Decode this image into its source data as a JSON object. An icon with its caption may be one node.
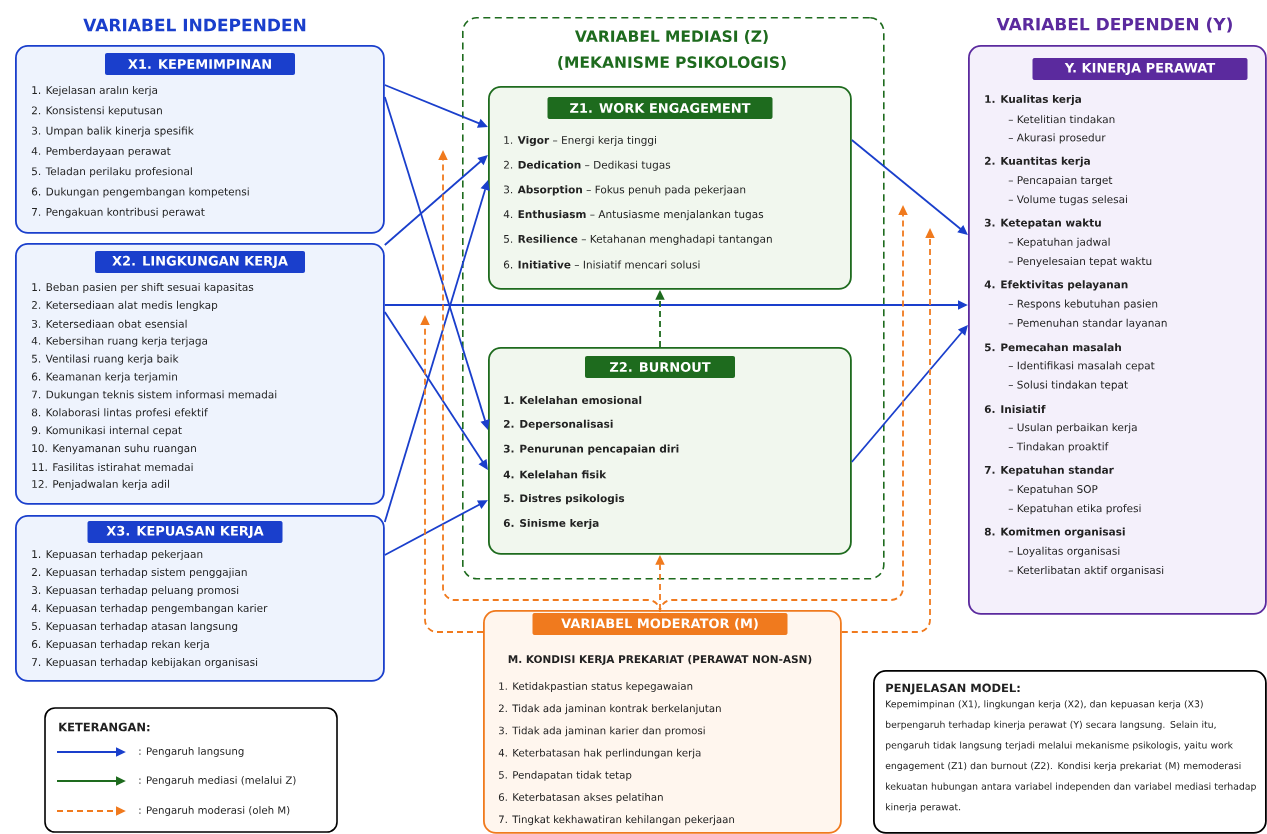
{
  "diagram": {
    "nodes": [
      {
        "text": [
          "X1. KEPEMIMPINAN",
          "1. Kejelasan aralın kerja",
          "2. Konsistensi keputusan",
          "3. Umpan balik kinerja spesifik",
          "4. Pemberdayaan perawat",
          "5. Teladan perilaku profesional",
          "6. Dukungan pengembangan kompetensi",
          "7. Pengakuan kontribusi perawat"
        ]
      },
      {
        "text": [
          "X2. LINGKUNGAN KERJA",
          "1. Beban pasien per shift sesuai kapasitas",
          "2. Ketersediaan alat medis lengkap",
          "3. Ketersediaan obat esensial",
          "4. Kebersihan ruang kerja terjaga",
          "5. Ventilasi ruang kerja baik",
          "6. Keamanan kerja terjamin",
          "7. Dukungan teknis sistem informasi memadai",
          "8. Kolaborasi lintas profesi efektif",
          "9. Komunikasi internal cepat",
          "10. Kenyamanan suhu ruangan",
          "11. Fasilitas istirahat memadai",
          "12. Penjadwalan kerja adil"
        ]
      },
      {
        "text": [
          "X3. KEPUASAN KERJA",
          "1. Kepuasan terhadap pekerjaan",
          "2. Kepuasan terhadap sistem penggajian",
          "3. Kepuasan terhadap peluang promosi",
          "4. Kepuasan terhadap pengembangan karier",
          "5. Kepuasan terhadap atasan langsung",
          "6. Kepuasan terhadap rekan kerja",
          "7. Kepuasan terhadap kebijakan organisasi"
        ]
      },
      {
        "text": [
          "VARIABEL MEDIASI (Z) (MEKANISME PSIKOLOGIS)"
        ]
      },
      {
        "text": [
          "Z1. WORK ENGAGEMENT",
          "1. **Vigor** – Energi kerja tinggi",
          "2. **Dedication** – Dedikasi tugas",
          "3. **Absorption** – Fokus penuh pada pekerjaan",
          "4. **Enthusiasm** – Antusiasme menjalankan tugas",
          "5. **Resilience** – Ketahanan menghadapi tantangan",
          "6. **Initiative** – Inisiatif mencari solusi"
        ],
        "in": 3
      },
      {
        "text": [
          "Z2. BURNOUT",
          "1. Kelelahan emosional",
          "2. Depersonalisasi",
          "3. Penurunan pencapaian diri",
          "4. Kelelahan fisik",
          "5. Distres psikologis",
          "6. Sinisme kerja"
        ],
        "in": 3
      },
      {
        "text": [
          "Y. KINERJA PERAWAT",
          "1. Kualitas kerja",
          "– Ketelitian tindakan",
          "– Akurasi prosedur",
          "2. Kuantitas kerja",
          "– Pencapaian target",
          "– Volume tugas selesai",
          "3. Ketepatan waktu",
          "– Kepatuhan jadwal",
          "– Penyelesaian tepat waktu",
          "4. Efektivitas pelayanan",
          "– Respons kebutuhan pasien",
          "– Pemenuhan standar layanan",
          "5. Pemecahan masalah",
          "– Identifikasi masalah cepat",
          "– Solusi tindakan tepat",
          "6. Inisiatif",
          "– Usulan perbaikan kerja",
          "– Tindakan proaktif",
          "7. Kepatuhan standar",
          "– Kepatuhan SOP",
          "– Kepatuhan etika profesi",
          "8. Komitmen organisasi",
          "– Loyalitas organisasi",
          "– Keterlibatan aktif organisasi"
        ]
      },
      {
        "text": [
          "VARIABEL MODERATOR (M)",
          "M. KONDISI KERJA PREKARIAT (PERAWAT NON-ASN)",
          "1. Ketidakpastian status kepegawaian",
          "2. Tidak ada jaminan kontrak berkelanjutan",
          "3. Tidak ada jaminan karier dan promosi",
          "4. Keterbatasan hak perlindungan kerja",
          "5. Pendapatan tidak tetap",
          "6. Keterbatasan akses pelatihan",
          "7. Tingkat kekhawatiran kehilangan pekerjaan"
        ]
      },
      {
        "text": [
          "PENJELASAN MODEL:",
          "Kepemimpinan (X1), lingkungan kerja (X2), dan kepuasan kerja (X3) berpengaruh terhadap kinerja perawat (Y) secara langsung. Selain itu, pengaruh tidak langsung terjadi melalui mekanisme psikologis, yaitu work engagement (Z1) dan burnout (Z2). Kondisi kerja prekariat (M) memoderasi kekuatan hubungan antara variabel independen dan variabel mediasi terhadap kinerja perawat."
        ]
      }
    ],
    "edges": [
      {
        "from": 0,
        "to": 4,
        "arrow": "to"
      },
      {
        "from": 0,
        "to": 5,
        "arrow": "to"
      },
      {
        "from": 1,
        "to": 4,
        "arrow": "to"
      },
      {
        "from": 1,
        "to": 6,
        "arrow": "to"
      },
      {
        "from": 1,
        "to": 5,
        "arrow": "to"
      },
      {
        "from": 2,
        "to": 4,
        "arrow": "to"
      },
      {
        "from": 2,
        "to": 5,
        "arrow": "to"
      },
      {
        "from": 4,
        "to": 6,
        "arrow": "to"
      },
      {
        "from": 5,
        "to": 6,
        "arrow": "to"
      },
      {
        "from": 5,
        "to": 4,
        "arrow": "to",
        "style": "dashed",
        "color": "#1e6b1e"
      },
      {
        "from": 7,
        "to": 5,
        "arrow": "to",
        "style": "dashed",
        "color": "#f07a1e"
      },
      {
        "from": 7,
        "to": null,
        "arrow": "to",
        "style": "dashed",
        "color": "#f07a1e"
      },
      {
        "from": 7,
        "to": null,
        "arrow": "to",
        "style": "dashed",
        "color": "#f07a1e"
      },
      {
        "from": 7,
        "to": null,
        "arrow": "to",
        "style": "dashed",
        "color": "#f07a1e"
      },
      {
        "from": 7,
        "to": null,
        "arrow": "to",
        "style": "dashed",
        "color": "#f07a1e"
      }
    ],
    "labels": [
      "VARIABEL INDEPENDEN",
      "VARIABEL DEPENDEN (Y)",
      "KETERANGAN:"
    ],
    "legend": [
      {
        "text": ": Pengaruh langsung"
      },
      {
        "text": ": Pengaruh mediasi (melalui Z)"
      },
      {
        "text": ": Pengaruh moderasi (oleh M)"
      }
    ]
  }
}
